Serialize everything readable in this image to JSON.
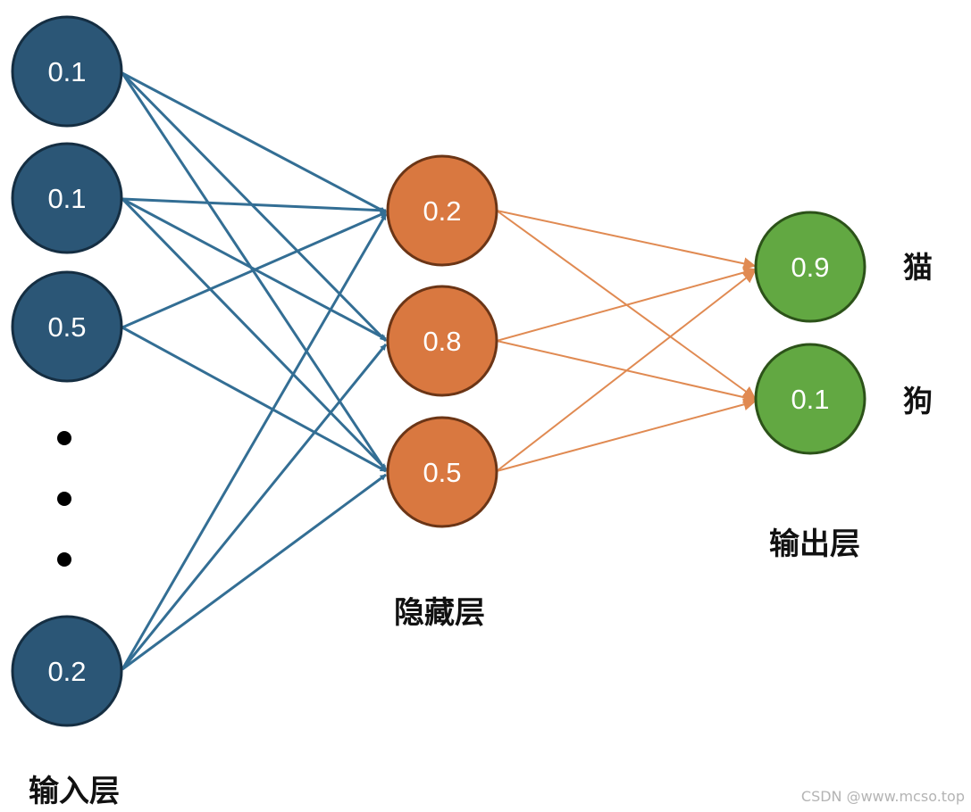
{
  "colors": {
    "input": "#2b5676",
    "hidden": "#d97840",
    "output": "#62a842",
    "input_edge": "#336e94",
    "output_edge": "#e08a52"
  },
  "layers": {
    "input": {
      "label": "输入层",
      "values": [
        "0.1",
        "0.1",
        "0.5",
        "0.2"
      ]
    },
    "hidden": {
      "label": "隐藏层",
      "values": [
        "0.2",
        "0.8",
        "0.5"
      ]
    },
    "output": {
      "label": "输出层",
      "values": [
        "0.9",
        "0.1"
      ],
      "classes": [
        "猫",
        "狗"
      ]
    }
  },
  "watermark": "CSDN @www.mcso.top"
}
